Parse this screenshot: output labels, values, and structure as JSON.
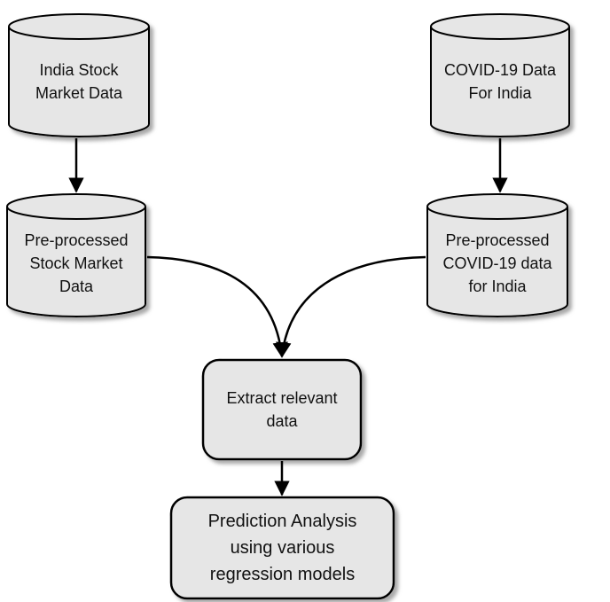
{
  "nodes": {
    "stock_source": {
      "text": "India Stock\nMarket Data"
    },
    "covid_source": {
      "text": "COVID-19 Data\nFor India"
    },
    "stock_processed": {
      "text": "Pre-processed\nStock Market\nData"
    },
    "covid_processed": {
      "text": "Pre-processed\nCOVID-19 data\nfor India"
    },
    "extract": {
      "text": "Extract relevant\ndata"
    },
    "prediction": {
      "text": "Prediction Analysis\nusing various\nregression models"
    }
  },
  "colors": {
    "fill": "#e6e6e6",
    "stroke": "#000000",
    "shadow": "#b3b3b3",
    "text": "#111111"
  }
}
